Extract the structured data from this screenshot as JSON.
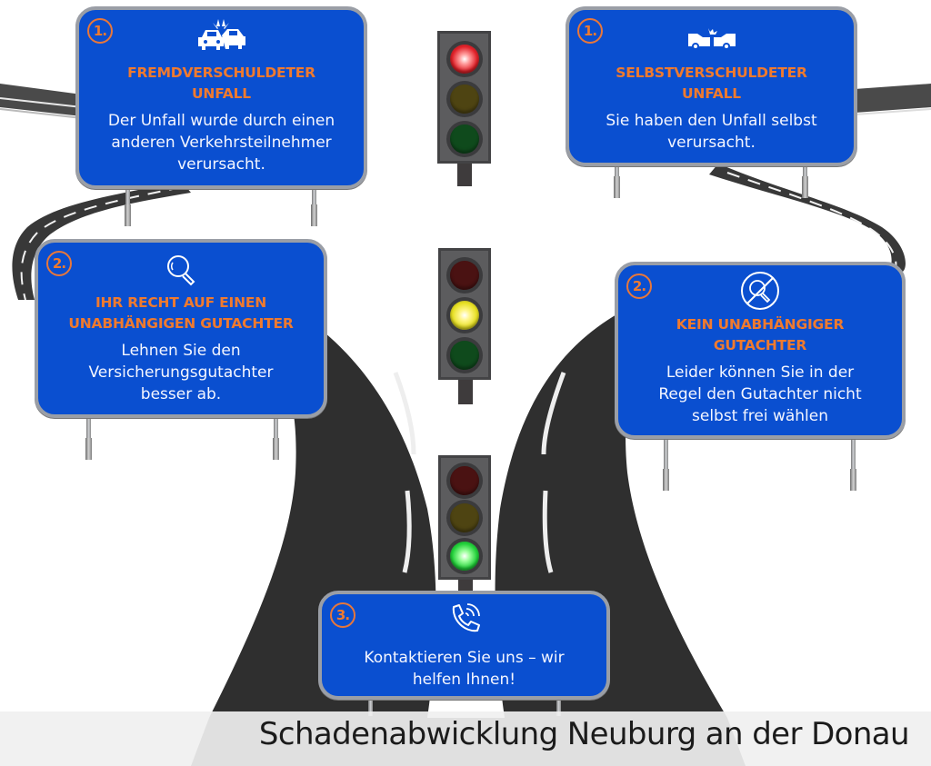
{
  "caption": "Schadenabwicklung Neuburg an der Donau",
  "colors": {
    "sign_blue": "#0a4fd0",
    "sign_border": "#9a9ea6",
    "accent_orange": "#f07a2e",
    "road": "#2f2f2f",
    "text_white": "#ffffff"
  },
  "left_path": {
    "step1": {
      "number": "1.",
      "icon": "car-collision-icon",
      "title_line1": "FREMDVERSCHULDETER",
      "title_line2": "UNFALL",
      "body_line1": "Der Unfall wurde durch einen",
      "body_line2": "anderen Verkehrsteilnehmer",
      "body_line3": "verursacht."
    },
    "step2": {
      "number": "2.",
      "icon": "magnifier-icon",
      "title_line1": "IHR RECHT AUF EINEN",
      "title_line2": "UNABHÄNGIGEN GUTACHTER",
      "body_line1": "Lehnen Sie den",
      "body_line2": "Versicherungsgutachter",
      "body_line3": "besser ab."
    }
  },
  "right_path": {
    "step1": {
      "number": "1.",
      "icon": "car-crash-icon",
      "title_line1": "SELBSTVERSCHULDETER",
      "title_line2": "UNFALL",
      "body_line1": "Sie haben den Unfall selbst",
      "body_line2": "verursacht."
    },
    "step2": {
      "number": "2.",
      "icon": "no-magnifier-icon",
      "title_line1": "KEIN UNABHÄNGIGER",
      "title_line2": "GUTACHTER",
      "body_line1": "Leider können Sie in der",
      "body_line2": "Regel den Gutachter nicht",
      "body_line3": "selbst frei wählen"
    }
  },
  "final_step": {
    "number": "3.",
    "icon": "phone-call-icon",
    "body_line1": "Kontaktieren Sie uns – wir",
    "body_line2": "helfen Ihnen!"
  },
  "traffic_lights": [
    {
      "position": "top",
      "active": "red"
    },
    {
      "position": "middle",
      "active": "yellow"
    },
    {
      "position": "bottom",
      "active": "green"
    }
  ]
}
